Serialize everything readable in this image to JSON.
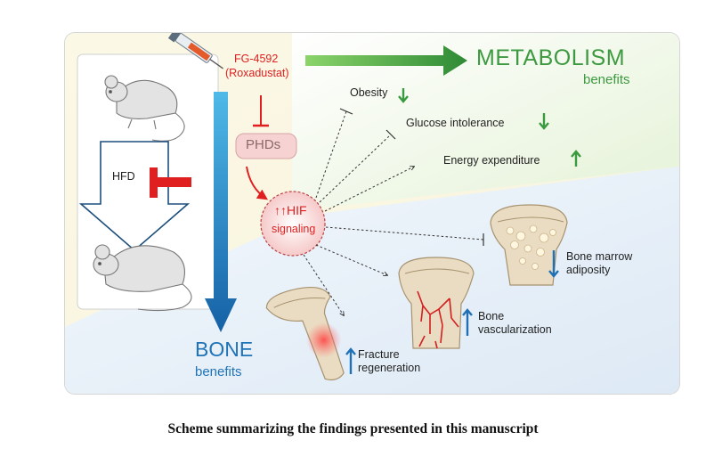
{
  "drug": {
    "name": "FG-4592",
    "alias": "(Roxadustat)"
  },
  "metabolism": {
    "title": "METABOLISM",
    "subtitle": "benefits"
  },
  "bone": {
    "title": "BONE",
    "subtitle": "benefits"
  },
  "phds_label": "PHDs",
  "hif": {
    "arrows": "↑↑",
    "name": "HIF",
    "line2": "signaling"
  },
  "hfd_label": "HFD",
  "outcomes": {
    "obesity": {
      "label": "Obesity",
      "arrow": "↓"
    },
    "glucose": {
      "label": "Glucose intolerance",
      "arrow": "↓"
    },
    "energy": {
      "label": "Energy expenditure",
      "arrow": "↑"
    },
    "marrow": {
      "line1": "Bone marrow",
      "line2": "adiposity",
      "arrow": "↓"
    },
    "vasc": {
      "line1": "Bone",
      "line2": "vascularization",
      "arrow": "↑"
    },
    "fracture": {
      "line1": "Fracture",
      "line2": "regeneration",
      "arrow": "↑"
    }
  },
  "caption": "Scheme summarizing the findings presented in this manuscript",
  "colors": {
    "metabolism_green": "#3d9a40",
    "bone_blue": "#1f73b7",
    "inhibit_red": "#e02020",
    "up_arrow_green": "#3a9a3f",
    "up_arrow_blue": "#1f70b5"
  }
}
